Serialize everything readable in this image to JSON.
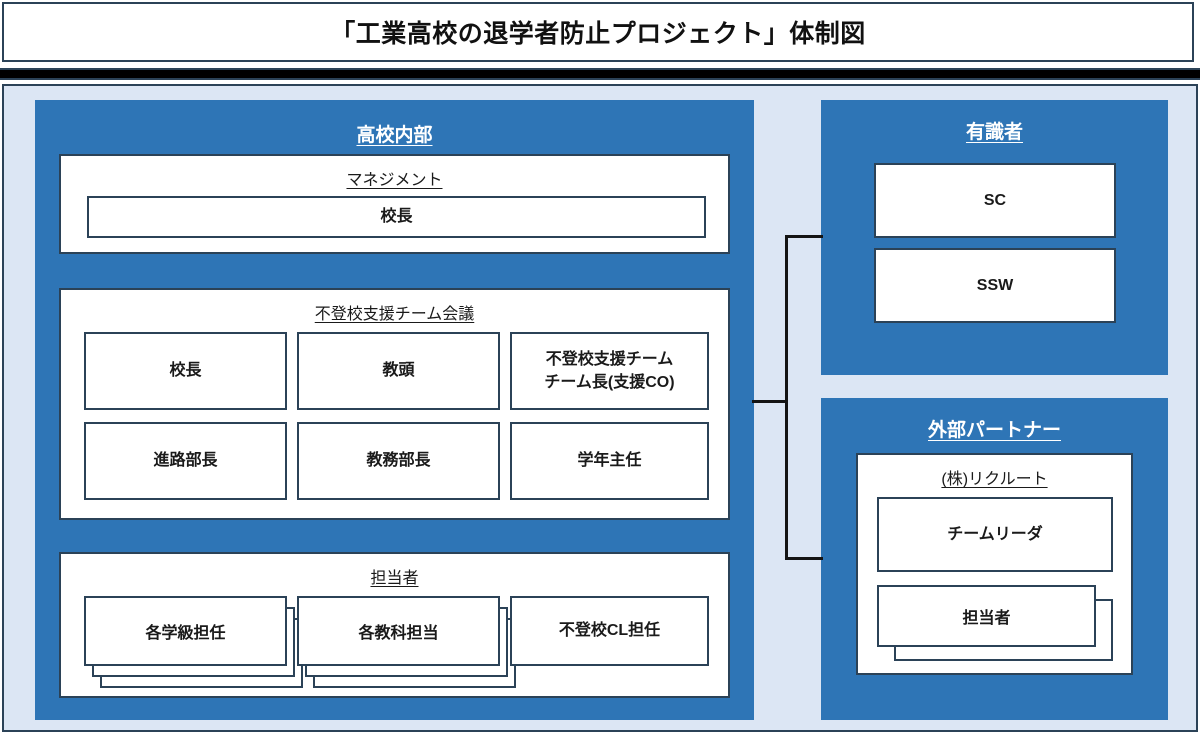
{
  "title": "「工業高校の退学者防止プロジェクト」体制図",
  "colors": {
    "panel_blue": "#2e75b6",
    "canvas_blue": "#dce6f4",
    "border_navy": "#2b4257",
    "rule_black": "#000000",
    "box_white": "#ffffff"
  },
  "panels": {
    "school": {
      "title": "高校内部",
      "groups": {
        "management": {
          "title": "マネジメント",
          "members": [
            "校長"
          ]
        },
        "support_meeting": {
          "title": "不登校支援チーム会議",
          "members": [
            "校長",
            "教頭",
            {
              "line1": "不登校支援チーム",
              "line2": "チーム長(支援CO)"
            },
            "進路部長",
            "教務部長",
            "学年主任"
          ]
        },
        "staff": {
          "title": "担当者",
          "members": [
            {
              "label": "各学級担任",
              "stacked": true,
              "sheets": 2
            },
            {
              "label": "各教科担当",
              "stacked": true,
              "sheets": 2
            },
            {
              "label": "不登校CL担任",
              "stacked": false,
              "sheets": 0
            }
          ]
        }
      }
    },
    "experts": {
      "title": "有識者",
      "members": [
        "SC",
        "SSW"
      ]
    },
    "partner": {
      "title": "外部パートナー",
      "groups": {
        "recruit": {
          "title": "(株)リクルート",
          "members": [
            {
              "label": "チームリーダ",
              "stacked": false,
              "sheets": 0
            },
            {
              "label": "担当者",
              "stacked": true,
              "sheets": 1
            }
          ]
        }
      }
    }
  }
}
